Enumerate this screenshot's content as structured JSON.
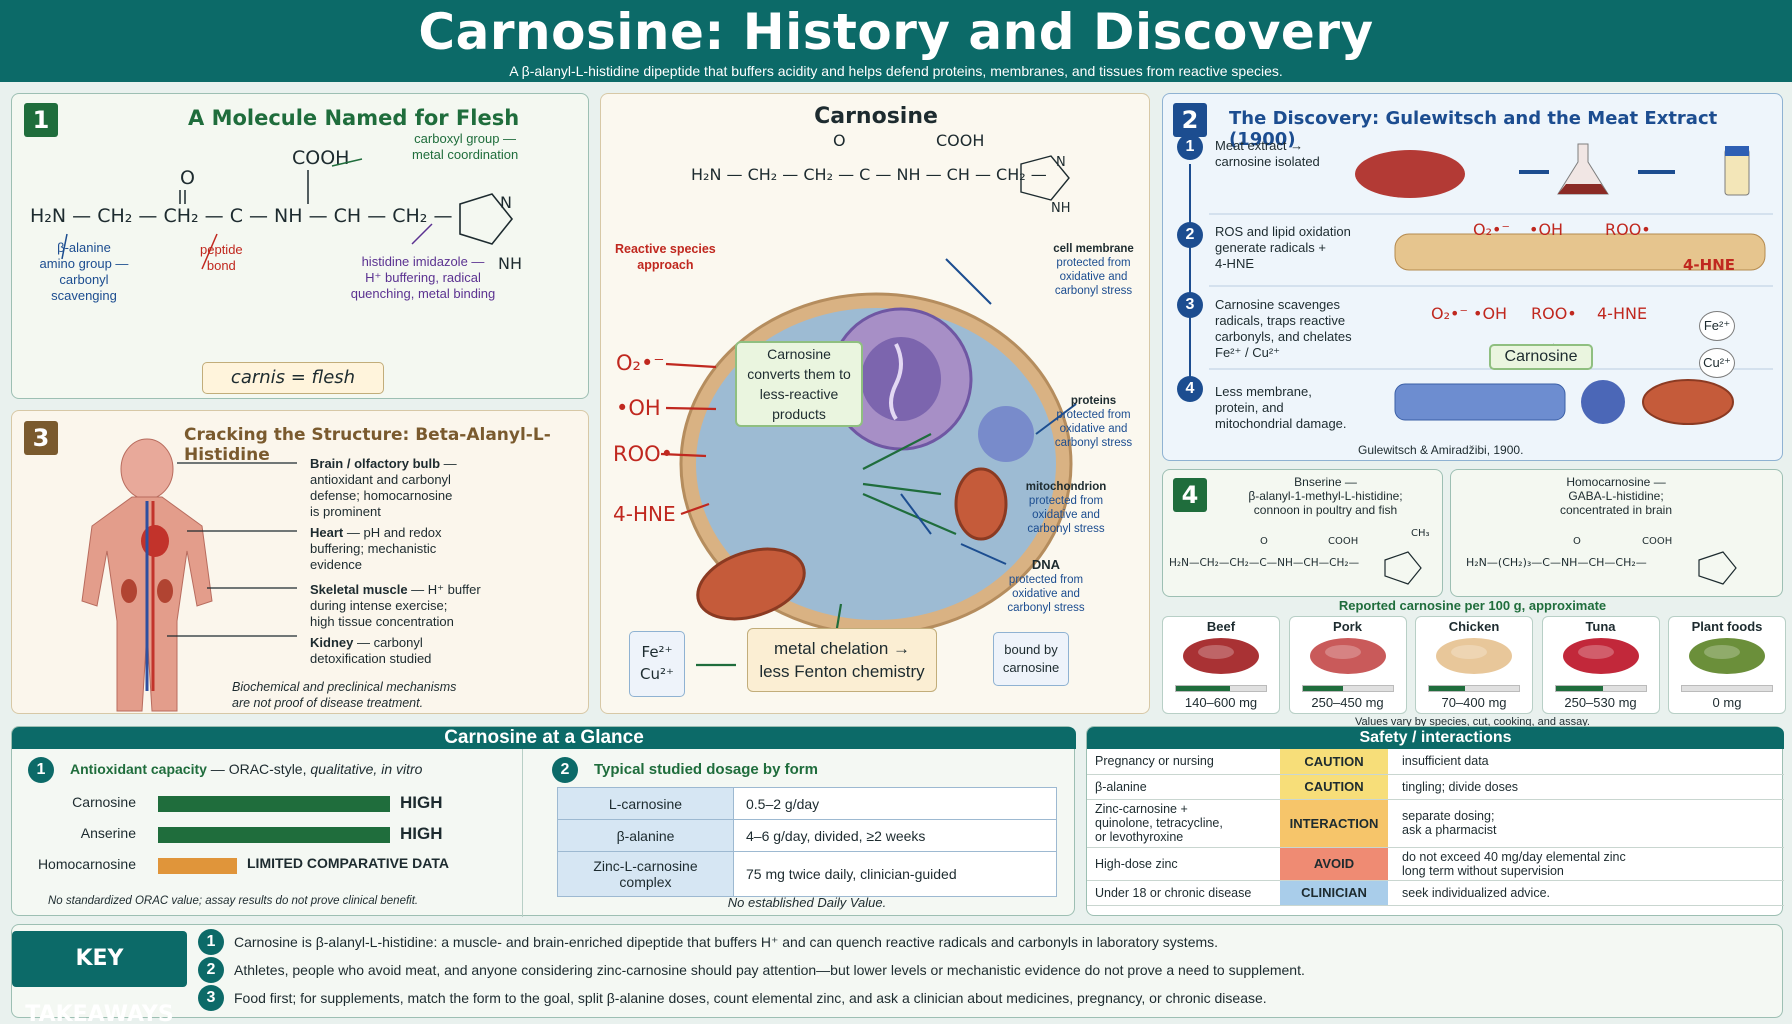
{
  "header": {
    "title": "Carnosine: History and Discovery",
    "subtitle": "A β-alanyl-L-histidine dipeptide that buffers acidity and helps defend proteins, membranes, and tissues from reactive species."
  },
  "panel1": {
    "num": "1",
    "title": "A Molecule Named for Flesh",
    "labels": {
      "carboxyl": "carboxyl group —\nmetal coordination",
      "amino": "β-alanine\namino group —\ncarbonyl\nscavenging",
      "peptide": "peptide\nbond",
      "histidine": "histidine imidazole —\nH⁺ buffering, radical\nquenching, metal binding"
    },
    "carnis": "carnis = flesh"
  },
  "center": {
    "title": "Carnosine",
    "reactive_label": "Reactive species\napproach",
    "species": [
      "O₂•⁻",
      "•OH",
      "ROO•",
      "4-HNE"
    ],
    "converts": "Carnosine\nconverts them to\nless-reactive\nproducts",
    "targets": [
      {
        "name": "cell membrane",
        "note": "protected from\noxidative and\ncarbonyl stress"
      },
      {
        "name": "proteins",
        "note": "protected from\noxidative and\ncarbonyl stress"
      },
      {
        "name": "mitochondrion",
        "note": "protected from\noxidative and\ncarbonyl stress"
      },
      {
        "name": "DNA",
        "note": "protected from\noxidative and\ncarbonyl stress"
      }
    ],
    "metals": "Fe²⁺\nCu²⁺",
    "chelation": "metal chelation →\nless Fenton chemistry",
    "bound": "bound by\ncarnosine"
  },
  "panel2": {
    "num": "2",
    "title": "The Discovery: Gulewitsch and the Meat Extract (1900)",
    "steps": [
      "Meat extract →\ncarnosine isolated",
      "ROS and lipid oxidation\ngenerate radicals +\n4-HNE",
      "Carnosine scavenges\nradicals, traps reactive\ncarbonyls, and chelates\nFe²⁺ / Cu²⁺",
      "Less membrane,\nprotein, and\nmitochondrial damage."
    ],
    "step2_species": [
      "O₂•⁻",
      "•OH",
      "ROO•"
    ],
    "step2_hne": "4-HNE",
    "step3_species": [
      "O₂•⁻",
      "•OH",
      "ROO•",
      "4-HNE"
    ],
    "step3_center": "Carnosine",
    "step3_metals": [
      "Fe²⁺",
      "Cu²⁺"
    ],
    "credit": "Gulewitsch & Amiradžibi, 1900."
  },
  "panel3": {
    "num": "3",
    "title": "Cracking the Structure: Beta-Alanyl-L-Histidine",
    "organs": [
      {
        "name": "Brain / olfactory bulb",
        "desc": " —\nantioxidant and carbonyl\ndefense; homocarnosine\nis prominent"
      },
      {
        "name": "Heart",
        "desc": " — pH and redox\nbuffering; mechanistic\nevidence"
      },
      {
        "name": "Skeletal muscle",
        "desc": " — H⁺ buffer\nduring intense exercise;\nhigh tissue concentration"
      },
      {
        "name": "Kidney",
        "desc": " — carbonyl\ndetoxification studied"
      }
    ],
    "footnote": "Biochemical and preclinical mechanisms\nare not proof of disease treatment."
  },
  "panel4": {
    "num": "4",
    "anserine": "Bnserine —\nβ-alanyl-1-methyl-L-histidine;\nconnoon in poultry and fish",
    "homocarnosine": "Homocarnosine —\nGABA-L-histidine;\nconcentrated in brain"
  },
  "foods": {
    "title": "Reported carnosine per 100 g, approximate",
    "items": [
      {
        "name": "Beef",
        "value": "140–600 mg",
        "fill": 0.6
      },
      {
        "name": "Pork",
        "value": "250–450 mg",
        "fill": 0.45
      },
      {
        "name": "Chicken",
        "value": "70–400 mg",
        "fill": 0.4
      },
      {
        "name": "Tuna",
        "value": "250–530 mg",
        "fill": 0.53
      },
      {
        "name": "Plant foods",
        "value": "0 mg",
        "fill": 0
      }
    ],
    "note": "Values vary by species, cut, cooking, and assay."
  },
  "glance": {
    "title": "Carnosine at a Glance",
    "antiox": {
      "num": "1",
      "title": "Antioxidant capacity",
      "subtitle": " — ORAC-style, ",
      "qual": "qualitative, in vitro",
      "rows": [
        {
          "name": "Carnosine",
          "level": "HIGH",
          "fill": 1.0,
          "color": "#1f6d3c"
        },
        {
          "name": "Anserine",
          "level": "HIGH",
          "fill": 1.0,
          "color": "#1f6d3c"
        },
        {
          "name": "Homocarnosine",
          "level": "LIMITED COMPARATIVE DATA",
          "fill": 0.34,
          "color": "#e0953a"
        }
      ],
      "note": "No standardized ORAC value; assay results do not prove clinical benefit."
    },
    "dosage": {
      "num": "2",
      "title": "Typical studied dosage by form",
      "rows": [
        {
          "form": "L-carnosine",
          "dose": "0.5–2 g/day"
        },
        {
          "form": "β-alanine",
          "dose": "4–6 g/day, divided, ≥2 weeks"
        },
        {
          "form": "Zinc-L-carnosine complex",
          "dose": "75 mg twice daily, clinician-guided"
        }
      ],
      "note": "No established Daily Value."
    }
  },
  "safety": {
    "title": "Safety / interactions",
    "rows": [
      {
        "cond": "Pregnancy or nursing",
        "level": "CAUTION",
        "color": "#f7de79",
        "note": "insufficient data"
      },
      {
        "cond": "β-alanine",
        "level": "CAUTION",
        "color": "#f7de79",
        "note": "tingling; divide doses"
      },
      {
        "cond": "Zinc-carnosine +\nquinolone, tetracycline,\nor levothyroxine",
        "level": "INTERACTION",
        "color": "#f6c56a",
        "note": "separate dosing;\nask a pharmacist"
      },
      {
        "cond": "High-dose zinc",
        "level": "AVOID",
        "color": "#ef8b73",
        "note": "do not exceed 40 mg/day elemental zinc\nlong term without supervision"
      },
      {
        "cond": "Under 18 or chronic disease",
        "level": "CLINICIAN",
        "color": "#a9cdea",
        "note": "seek individualized advice."
      }
    ]
  },
  "takeaways": {
    "label": "KEY TAKEAWAYS",
    "items": [
      {
        "num": "1",
        "text": "Carnosine is β-alanyl-L-histidine: a muscle- and brain-enriched dipeptide that buffers H⁺ and can quench reactive radicals and carbonyls in laboratory systems."
      },
      {
        "num": "2",
        "text": "Athletes, people who avoid meat, and anyone considering zinc-carnosine should pay attention—but lower levels or mechanistic evidence do not prove a need to supplement."
      },
      {
        "num": "3",
        "text": "Food first; for supplements, match the form to the goal, split β-alanine doses,  count elemental zinc, and ask a clinician about medicines, pregnancy, or chronic disease."
      }
    ]
  },
  "colors": {
    "teal": "#0c6a68",
    "green": "#1f6d3c",
    "navy": "#1c4d90",
    "red": "#c0281f"
  }
}
